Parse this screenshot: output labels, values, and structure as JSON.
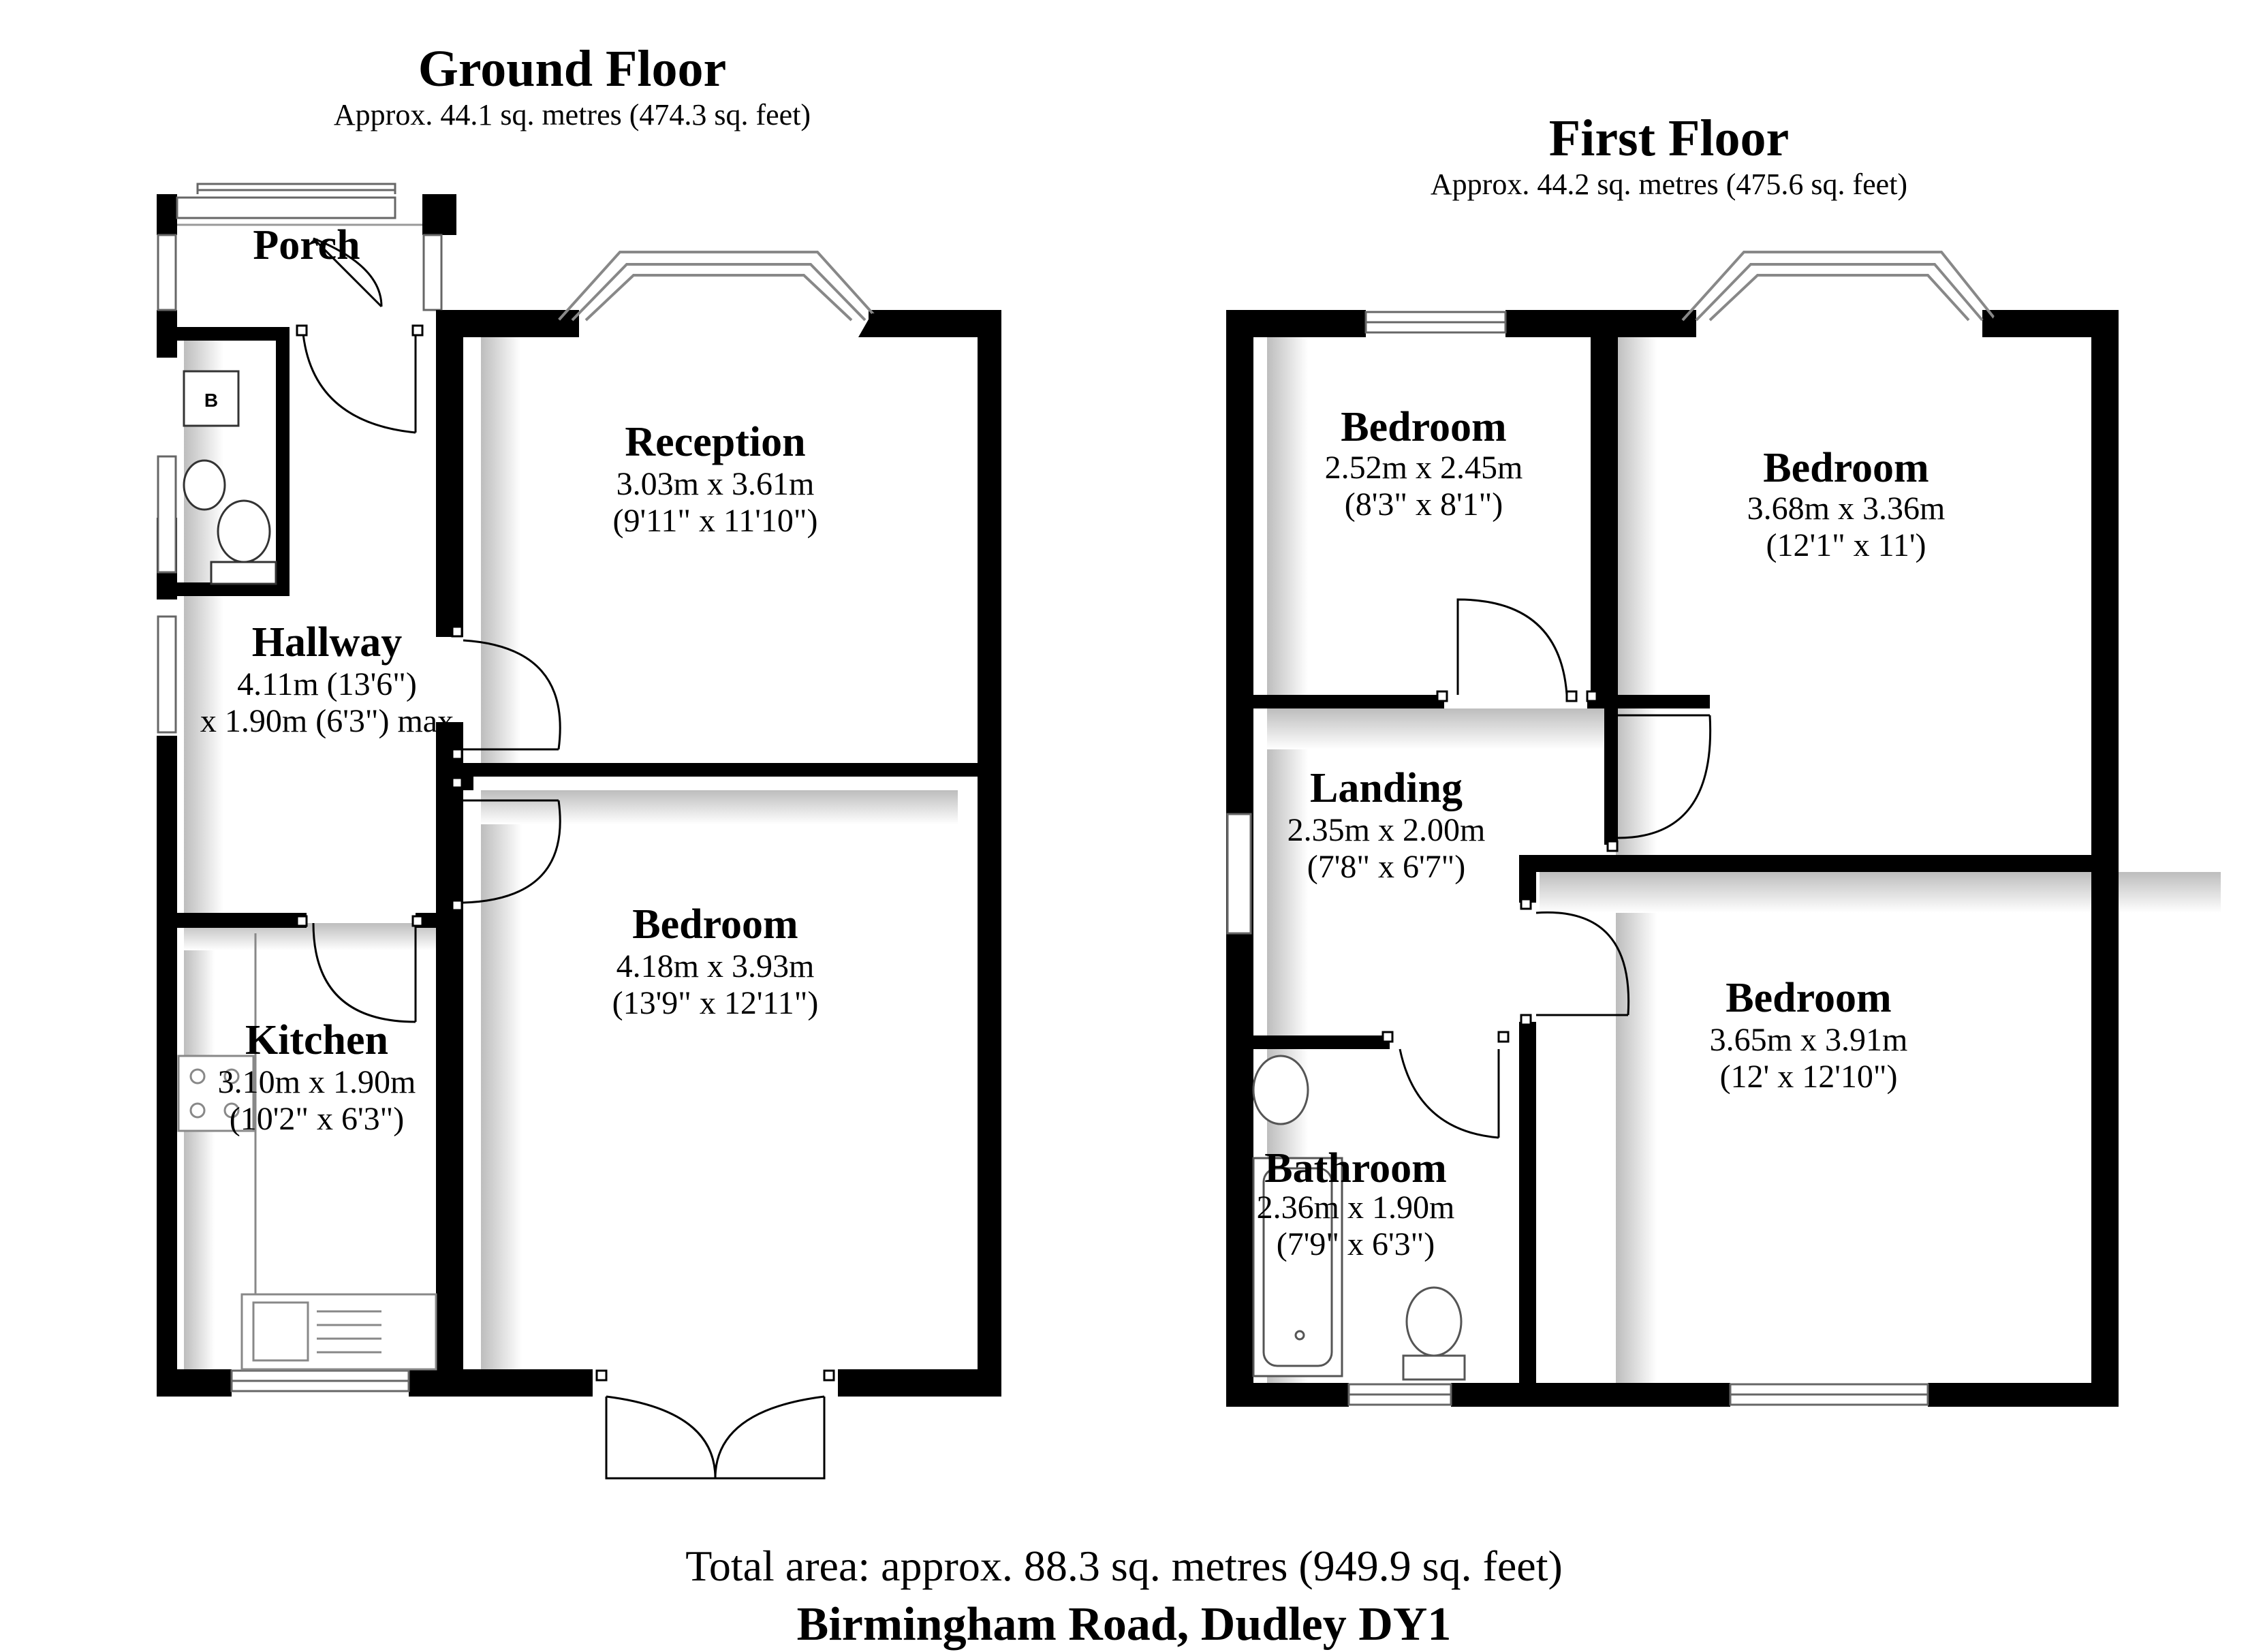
{
  "ground_floor": {
    "title": "Ground Floor",
    "area": "Approx. 44.1 sq. metres (474.3 sq. feet)",
    "rooms": {
      "porch": {
        "name": "Porch"
      },
      "reception": {
        "name": "Reception",
        "metric": "3.03m x 3.61m",
        "imperial": "(9'11\" x 11'10\")"
      },
      "hallway": {
        "name": "Hallway",
        "line1": "4.11m (13'6\")",
        "line2": "x 1.90m (6'3\") max"
      },
      "bedroom": {
        "name": "Bedroom",
        "metric": "4.18m x 3.93m",
        "imperial": "(13'9\" x 12'11\")"
      },
      "kitchen": {
        "name": "Kitchen",
        "metric": "3.10m x 1.90m",
        "imperial": "(10'2\" x 6'3\")"
      }
    },
    "boiler_label": "B"
  },
  "first_floor": {
    "title": "First Floor",
    "area": "Approx. 44.2 sq. metres (475.6 sq. feet)",
    "rooms": {
      "bedroom_small": {
        "name": "Bedroom",
        "metric": "2.52m x 2.45m",
        "imperial": "(8'3\" x 8'1\")"
      },
      "bedroom_front": {
        "name": "Bedroom",
        "metric": "3.68m x 3.36m",
        "imperial": "(12'1\" x 11')"
      },
      "landing": {
        "name": "Landing",
        "metric": "2.35m x 2.00m",
        "imperial": "(7'8\" x 6'7\")"
      },
      "bedroom_rear": {
        "name": "Bedroom",
        "metric": "3.65m x 3.91m",
        "imperial": "(12' x 12'10\")"
      },
      "bathroom": {
        "name": "Bathroom",
        "metric": "2.36m x 1.90m",
        "imperial": "(7'9\" x 6'3\")"
      }
    }
  },
  "total_area": "Total area: approx. 88.3 sq. metres (949.9 sq. feet)",
  "address": "Birmingham Road, Dudley DY1",
  "colors": {
    "wall": "#000000",
    "background": "#ffffff",
    "shadow": "#cfcfcf",
    "fixture": "#555555"
  }
}
